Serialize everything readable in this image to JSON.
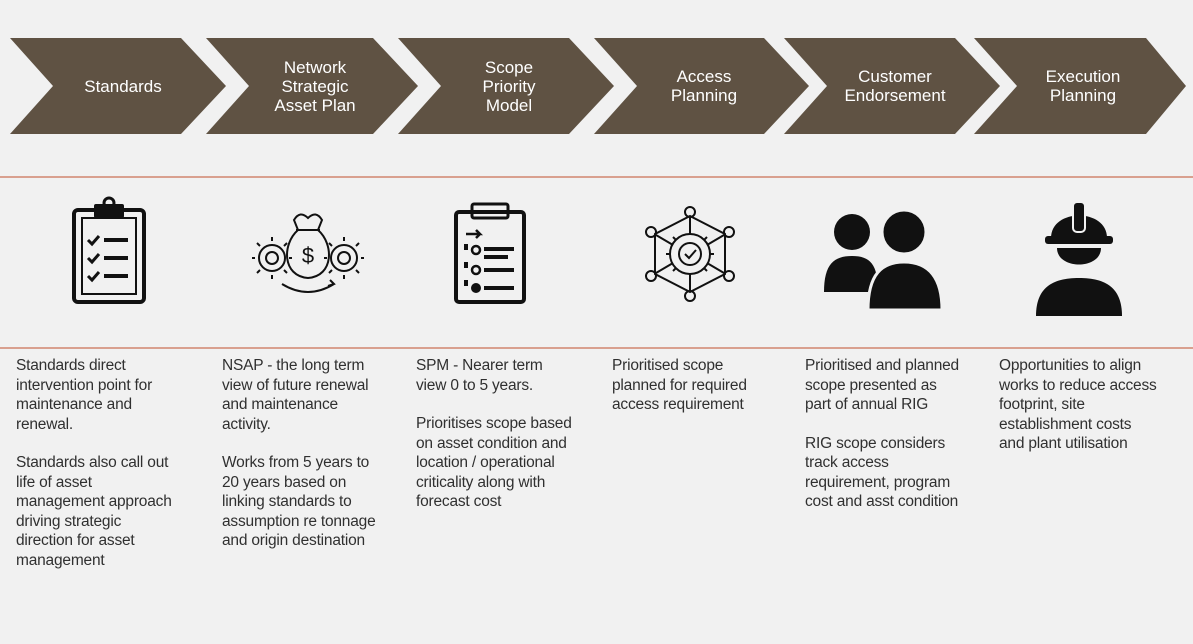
{
  "colors": {
    "chevron": "#5f5243",
    "divider": "#d9a08f",
    "icon": "#111111",
    "text": "#303030"
  },
  "steps": [
    {
      "label": "Standards",
      "icon": "clipboard-checklist-icon",
      "paragraphs": [
        "Standards direct\nintervention point for\nmaintenance and\nrenewal.",
        "Standards also call out\nlife of asset\nmanagement approach\ndriving strategic\ndirection for asset\nmanagement"
      ]
    },
    {
      "label": "Network\nStrategic\nAsset Plan",
      "icon": "money-bag-gears-icon",
      "paragraphs": [
        "NSAP - the long term\nview of future renewal\nand maintenance\nactivity.",
        "Works from 5 years to\n20 years based on\nlinking standards to\nassumption re tonnage\nand origin destination"
      ]
    },
    {
      "label": "Scope\nPriority\nModel",
      "icon": "clipboard-list-icon",
      "paragraphs": [
        "SPM - Nearer term\nview 0 to 5 years.",
        "Prioritises scope based\non asset condition and\nlocation / operational\ncriticality along with\nforecast cost"
      ]
    },
    {
      "label": "Access\nPlanning",
      "icon": "network-gear-icon",
      "paragraphs": [
        "Prioritised scope\nplanned for required\naccess requirement"
      ]
    },
    {
      "label": "Customer\nEndorsement",
      "icon": "people-icon",
      "paragraphs": [
        "Prioritised and planned\nscope presented as\npart of annual RIG",
        "RIG scope considers\ntrack access\nrequirement, program\ncost and asst condition"
      ]
    },
    {
      "label": "Execution\nPlanning",
      "icon": "hard-hat-worker-icon",
      "paragraphs": [
        "Opportunities to align\nworks to reduce access\nfootprint, site\nestablishment costs\nand plant utilisation"
      ]
    }
  ]
}
